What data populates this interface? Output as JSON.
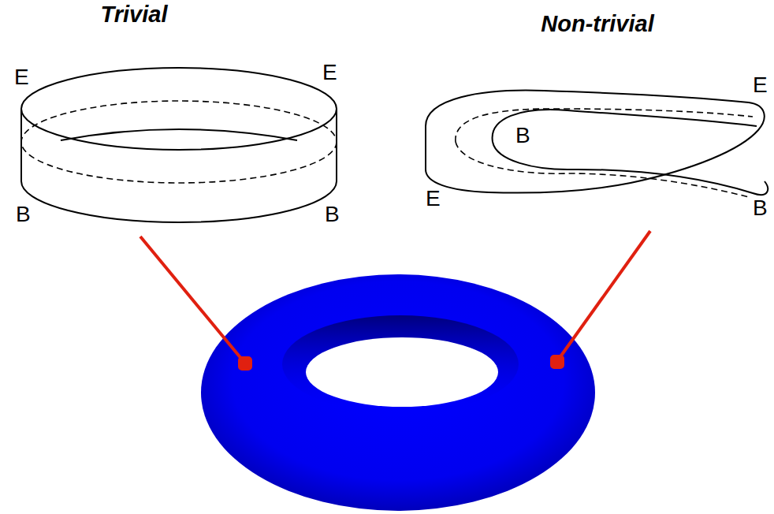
{
  "diagram": {
    "labels": [
      "Trivial",
      "Non-trivial",
      "E",
      "E",
      "B",
      "B",
      "E",
      "B",
      "E",
      "B"
    ]
  }
}
